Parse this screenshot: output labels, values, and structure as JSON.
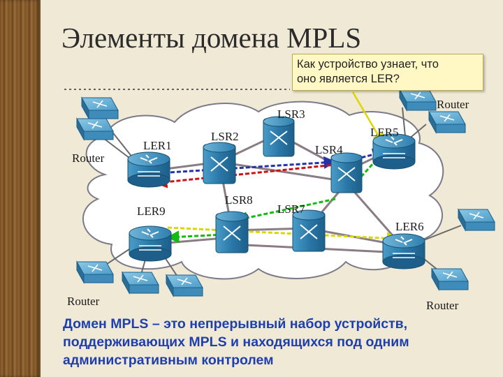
{
  "slide": {
    "title": "Элементы домена MPLS",
    "callout": [
      "Как устройство узнает, что",
      "оно является LER?"
    ],
    "summary": [
      "Домен MPLS – это непрерывный набор устройств,",
      "поддерживающих MPLS и находящихся под одним",
      "административным контролем"
    ]
  },
  "nodes": {
    "lsr3": "LSR3",
    "ler1": "LER1",
    "lsr2": "LSR2",
    "ler5": "LER5",
    "lsr4": "LSR4",
    "lsr8": "LSR8",
    "lsr7": "LSR7",
    "ler9": "LER9",
    "ler6": "LER6",
    "router_left": "Router",
    "router_top_right": "Router",
    "router_bottom_left": "Router",
    "router_bottom_right": "Router"
  },
  "colors": {
    "title": "#2b2b2b",
    "summary": "#1f3fae",
    "path_blue": "#2233aa",
    "path_red": "#cc1111",
    "path_green": "#11bb11",
    "path_yellow": "#d8d800",
    "link": "#8a7c84",
    "router_body": "#3a86b4"
  }
}
